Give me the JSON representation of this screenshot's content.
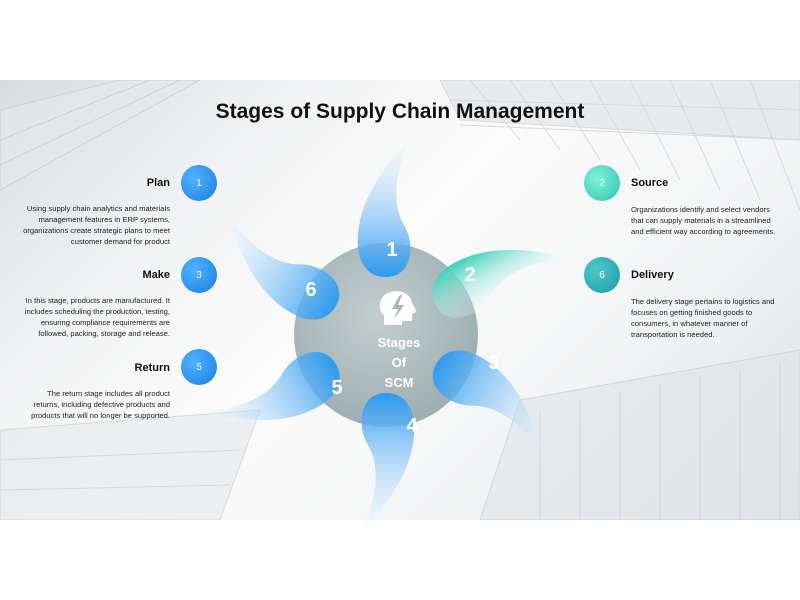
{
  "title": "Stages of Supply Chain Management",
  "center": {
    "line1": "Stages",
    "line2": "Of",
    "line3": "SCM",
    "icon": "head-lightning-icon"
  },
  "petal_numbers": [
    "1",
    "2",
    "3",
    "4",
    "5",
    "6"
  ],
  "stages_left": [
    {
      "heading": "Plan",
      "badge": "1",
      "text": [
        "Using supply chain analytics and materials",
        "management features in ERP systems,",
        "organizations create strategic plans to meet",
        "customer demand for product"
      ]
    },
    {
      "heading": "Make",
      "badge": "3",
      "text": [
        "In this stage, products are manufactured. It",
        "includes scheduling the production, testing,",
        "ensuring compliance requirements are",
        "followed, packing, storage and release."
      ]
    },
    {
      "heading": "Return",
      "badge": "5",
      "text": [
        "The return stage includes all product",
        "returns, including defective products and",
        "products that will no longer be supported."
      ]
    }
  ],
  "stages_right": [
    {
      "heading": "Source",
      "badge": "2",
      "text": [
        "Organizations identify and select vendors",
        "that can supply materials in a streamlined",
        "and efficient way according to agreements."
      ]
    },
    {
      "heading": "Delivery",
      "badge": "6",
      "text": [
        "The delivery stage pertains to logistics and",
        "focuses on getting finished goods to",
        "consumers, in whatever manner of",
        "transportation is needed."
      ]
    }
  ],
  "colors": {
    "blue": "#1a8cf0",
    "teal": "#3fd6bd",
    "center": "#a9b6b8"
  }
}
